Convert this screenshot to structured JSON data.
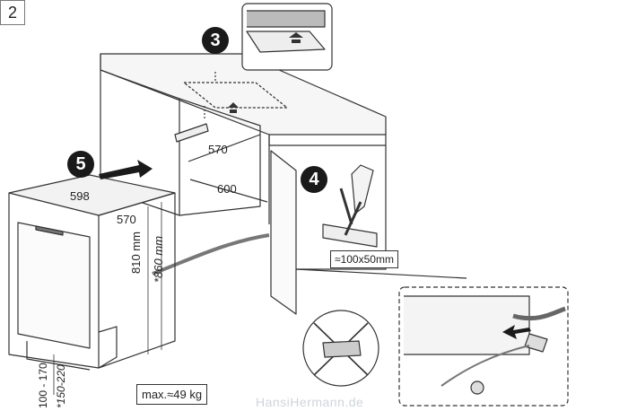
{
  "step_number": "2",
  "callouts": [
    "3",
    "4",
    "5"
  ],
  "dimensions": {
    "niche_depth": "570",
    "niche_width": "600",
    "top_width": "598",
    "top_depth": "570",
    "height_1": "810 mm",
    "height_2": "*860 mm",
    "plinth_1": "100 - 170",
    "plinth_2": "*150-220",
    "clearance": "≈100x50mm"
  },
  "weight_label": "max.≈49 kg",
  "watermark": "HansiHermann.de",
  "colors": {
    "line": "#333333",
    "badge": "#1a1a1a",
    "watermark": "#d0d4da"
  }
}
